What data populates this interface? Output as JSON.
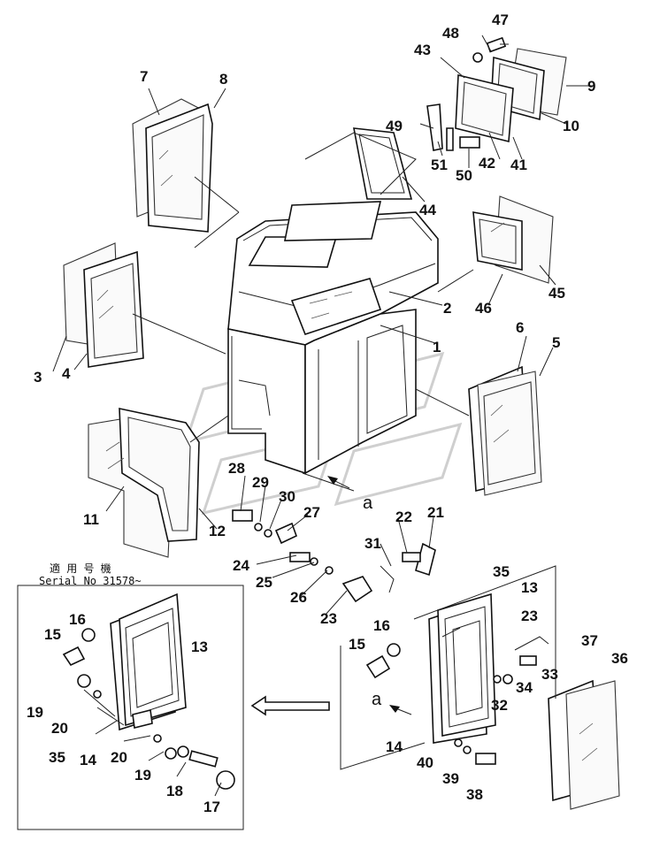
{
  "serial_note": {
    "line1": "適 用 号 機",
    "line2": "Serial No 31578~"
  },
  "callout_letter": "a",
  "part_numbers": {
    "p1": "1",
    "p2": "2",
    "p3": "3",
    "p4": "4",
    "p5": "5",
    "p6": "6",
    "p7": "7",
    "p8": "8",
    "p9": "9",
    "p10": "10",
    "p11": "11",
    "p12": "12",
    "p13": "13",
    "p14": "14",
    "p15": "15",
    "p16": "16",
    "p17": "17",
    "p18": "18",
    "p19": "19",
    "p20": "20",
    "p21": "21",
    "p22": "22",
    "p23": "23",
    "p24": "24",
    "p25": "25",
    "p26": "26",
    "p27": "27",
    "p28": "28",
    "p29": "29",
    "p30": "30",
    "p31": "31",
    "p32": "32",
    "p33": "33",
    "p34": "34",
    "p35": "35",
    "p36": "36",
    "p37": "37",
    "p38": "38",
    "p39": "39",
    "p40": "40",
    "p41": "41",
    "p42": "42",
    "p43": "43",
    "p44": "44",
    "p45": "45",
    "p46": "46",
    "p47": "47",
    "p48": "48",
    "p49": "49",
    "p50": "50",
    "p51": "51"
  }
}
